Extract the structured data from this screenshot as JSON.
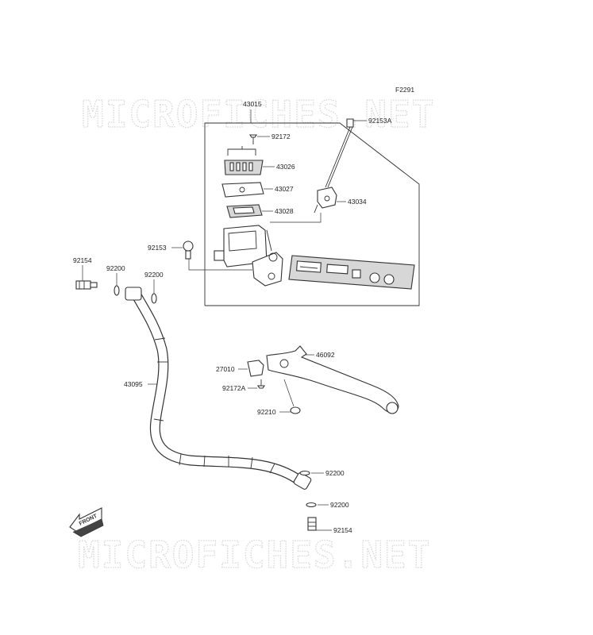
{
  "figure_code": "F2291",
  "watermark": "MICROFICHES.NET",
  "front_label": "FRONT",
  "parts": {
    "p43015": "43015",
    "p92172": "92172",
    "p43026": "43026",
    "p43027": "43027",
    "p43028": "43028",
    "p92153A": "92153A",
    "p43034": "43034",
    "p92153": "92153",
    "p92154_top": "92154",
    "p92200_a": "92200",
    "p92200_b": "92200",
    "p46092": "46092",
    "p27010": "27010",
    "p92172A": "92172A",
    "p92210": "92210",
    "p43095": "43095",
    "p92200_c": "92200",
    "p92200_d": "92200",
    "p92154_bottom": "92154"
  },
  "colors": {
    "line": "#333333",
    "shade": "#d7d7d7",
    "watermark": "#d9d9d9"
  }
}
